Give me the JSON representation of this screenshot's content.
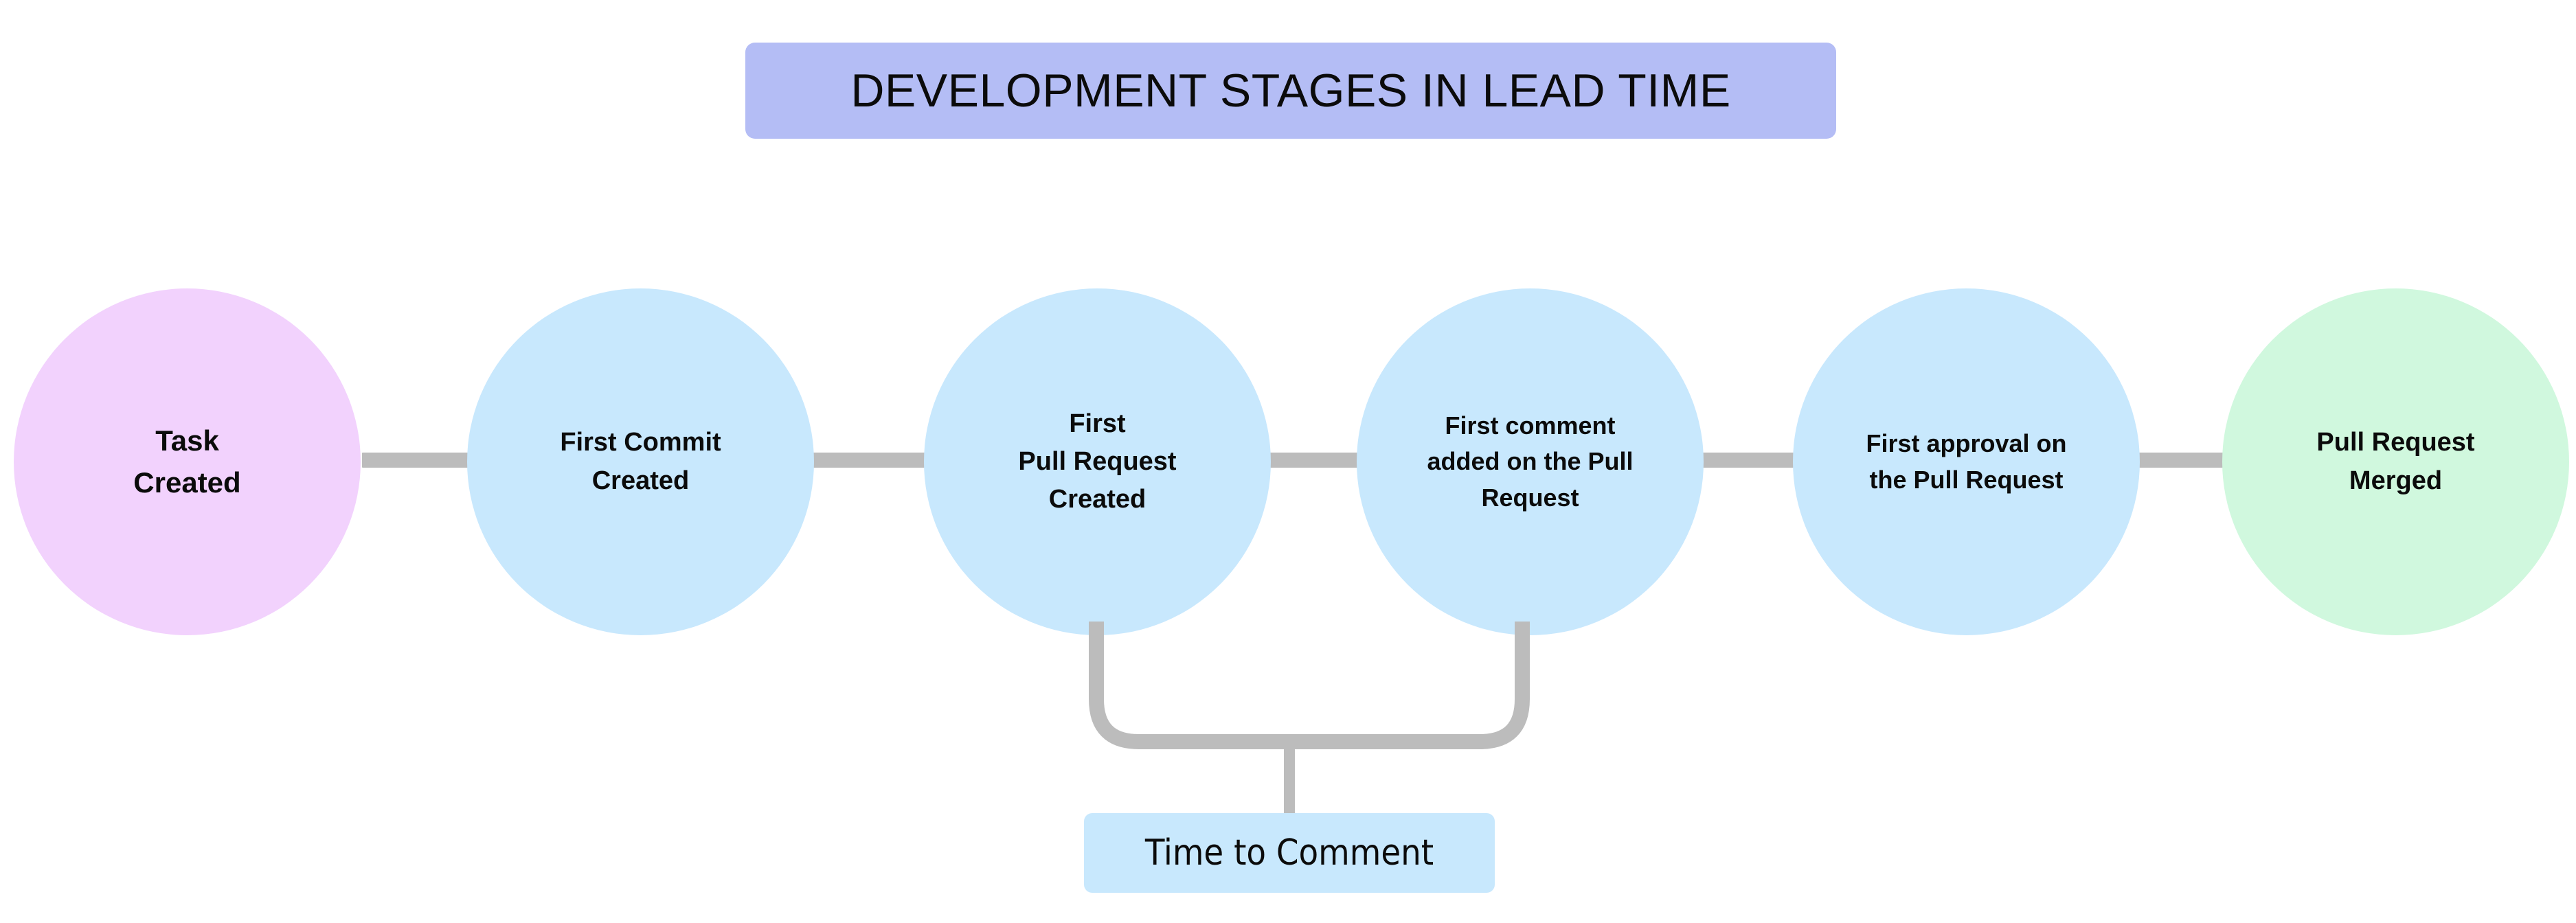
{
  "title": {
    "text": "DEVELOPMENT STAGES IN LEAD TIME",
    "background_color": "#b4bdf5",
    "text_color": "#0b0b0b"
  },
  "colors": {
    "background": "#ffffff",
    "start_node": "#f2d2fd",
    "process_node": "#c8e8fd",
    "end_node": "#d0f8de",
    "connector": "#bcbcbc",
    "annotation_background": "#c8e8fd",
    "title_background": "#b4bdf5"
  },
  "flow": {
    "stages": [
      {
        "id": "task-created",
        "label": "Task\nCreated",
        "color": "#f2d2fd",
        "role": "start"
      },
      {
        "id": "first-commit-created",
        "label": "First Commit\nCreated",
        "color": "#c8e8fd",
        "role": "process"
      },
      {
        "id": "first-pull-request-created",
        "label": "First\nPull Request\nCreated",
        "color": "#c8e8fd",
        "role": "process"
      },
      {
        "id": "first-comment-added-on-the-pull-request",
        "label": "First comment\nadded on the Pull\nRequest",
        "color": "#c8e8fd",
        "role": "process"
      },
      {
        "id": "first-approval-on-the-pull-request",
        "label": "First approval on\nthe Pull Request",
        "color": "#c8e8fd",
        "role": "process"
      },
      {
        "id": "pull-request-merged",
        "label": "Pull Request\nMerged",
        "color": "#d0f8de",
        "role": "end"
      }
    ]
  },
  "annotations": [
    {
      "id": "time-to-comment",
      "label": "Time to Comment",
      "spans_from": "first-pull-request-created",
      "spans_to": "first-comment-added-on-the-pull-request",
      "background_color": "#c8e8fd"
    }
  ]
}
